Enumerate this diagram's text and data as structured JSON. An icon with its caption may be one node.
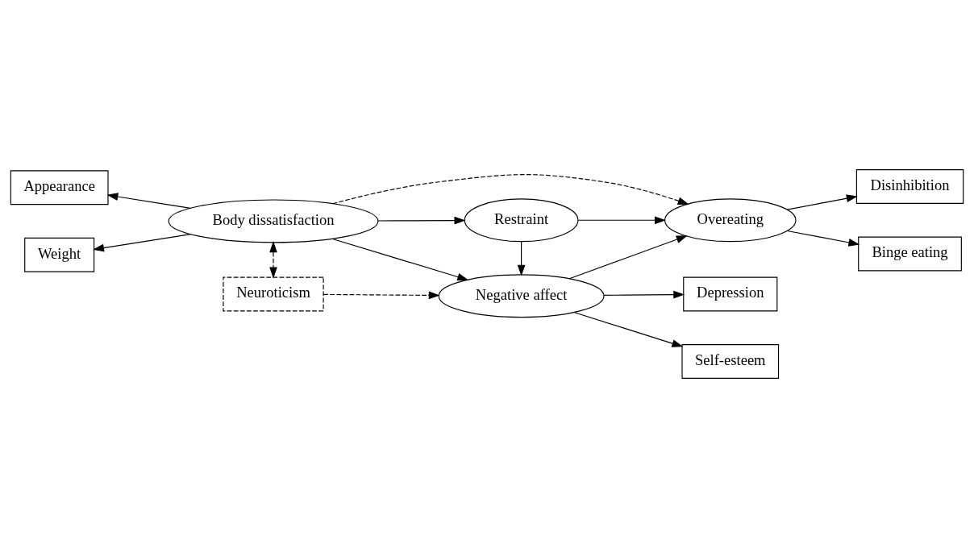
{
  "diagram": {
    "nodes": [
      {
        "text": [
          "Restraint"
        ]
      },
      {
        "text": [
          "Appearance"
        ]
      },
      {
        "text": [
          "Body dissatisfaction"
        ]
      },
      {
        "text": [
          "Disinhibition"
        ]
      },
      {
        "text": [
          "Overeating"
        ]
      },
      {
        "text": [
          "Weight"
        ]
      },
      {
        "text": [
          "Binge eating"
        ]
      },
      {
        "text": [
          "Neuroticism"
        ]
      },
      {
        "text": [
          "Negative affect"
        ]
      },
      {
        "text": [
          "Self-esteem"
        ]
      },
      {
        "text": [
          "Depression"
        ]
      }
    ],
    "edges": [
      {
        "from": 2,
        "to": 0,
        "arrow": "to"
      },
      {
        "from": 2,
        "to": 1,
        "arrow": "to"
      },
      {
        "from": 2,
        "to": 5,
        "arrow": "to"
      },
      {
        "from": 2,
        "to": 4,
        "arrow": "to",
        "style": "dashed"
      },
      {
        "from": 2,
        "to": 8,
        "arrow": "to"
      },
      {
        "from": 0,
        "to": 4,
        "arrow": "to"
      },
      {
        "from": 0,
        "to": 8,
        "arrow": "to"
      },
      {
        "from": 8,
        "to": 4,
        "arrow": "to"
      },
      {
        "from": 4,
        "to": 3,
        "arrow": "to"
      },
      {
        "from": 4,
        "to": 6,
        "arrow": "to"
      },
      {
        "from": 7,
        "to": 2,
        "arrow": "both",
        "style": "dashed"
      },
      {
        "from": 7,
        "to": 8,
        "arrow": "to",
        "style": "dashed"
      },
      {
        "from": 8,
        "to": 9,
        "arrow": "to"
      },
      {
        "from": 8,
        "to": 10,
        "arrow": "to"
      }
    ]
  }
}
